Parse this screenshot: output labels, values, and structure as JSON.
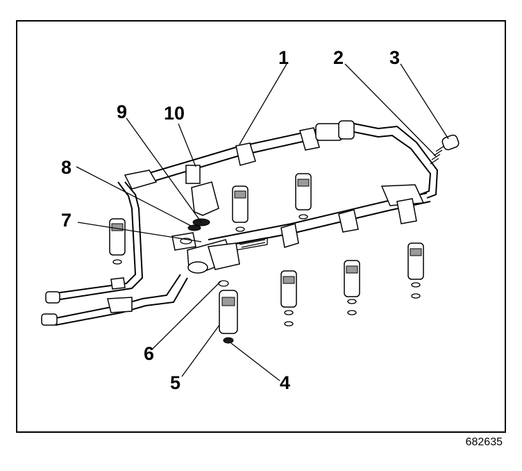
{
  "diagram": {
    "callouts": {
      "c1": "1",
      "c2": "2",
      "c3": "3",
      "c4": "4",
      "c5": "5",
      "c6": "6",
      "c7": "7",
      "c8": "8",
      "c9": "9",
      "c10": "10"
    },
    "figure_id": "682635"
  }
}
